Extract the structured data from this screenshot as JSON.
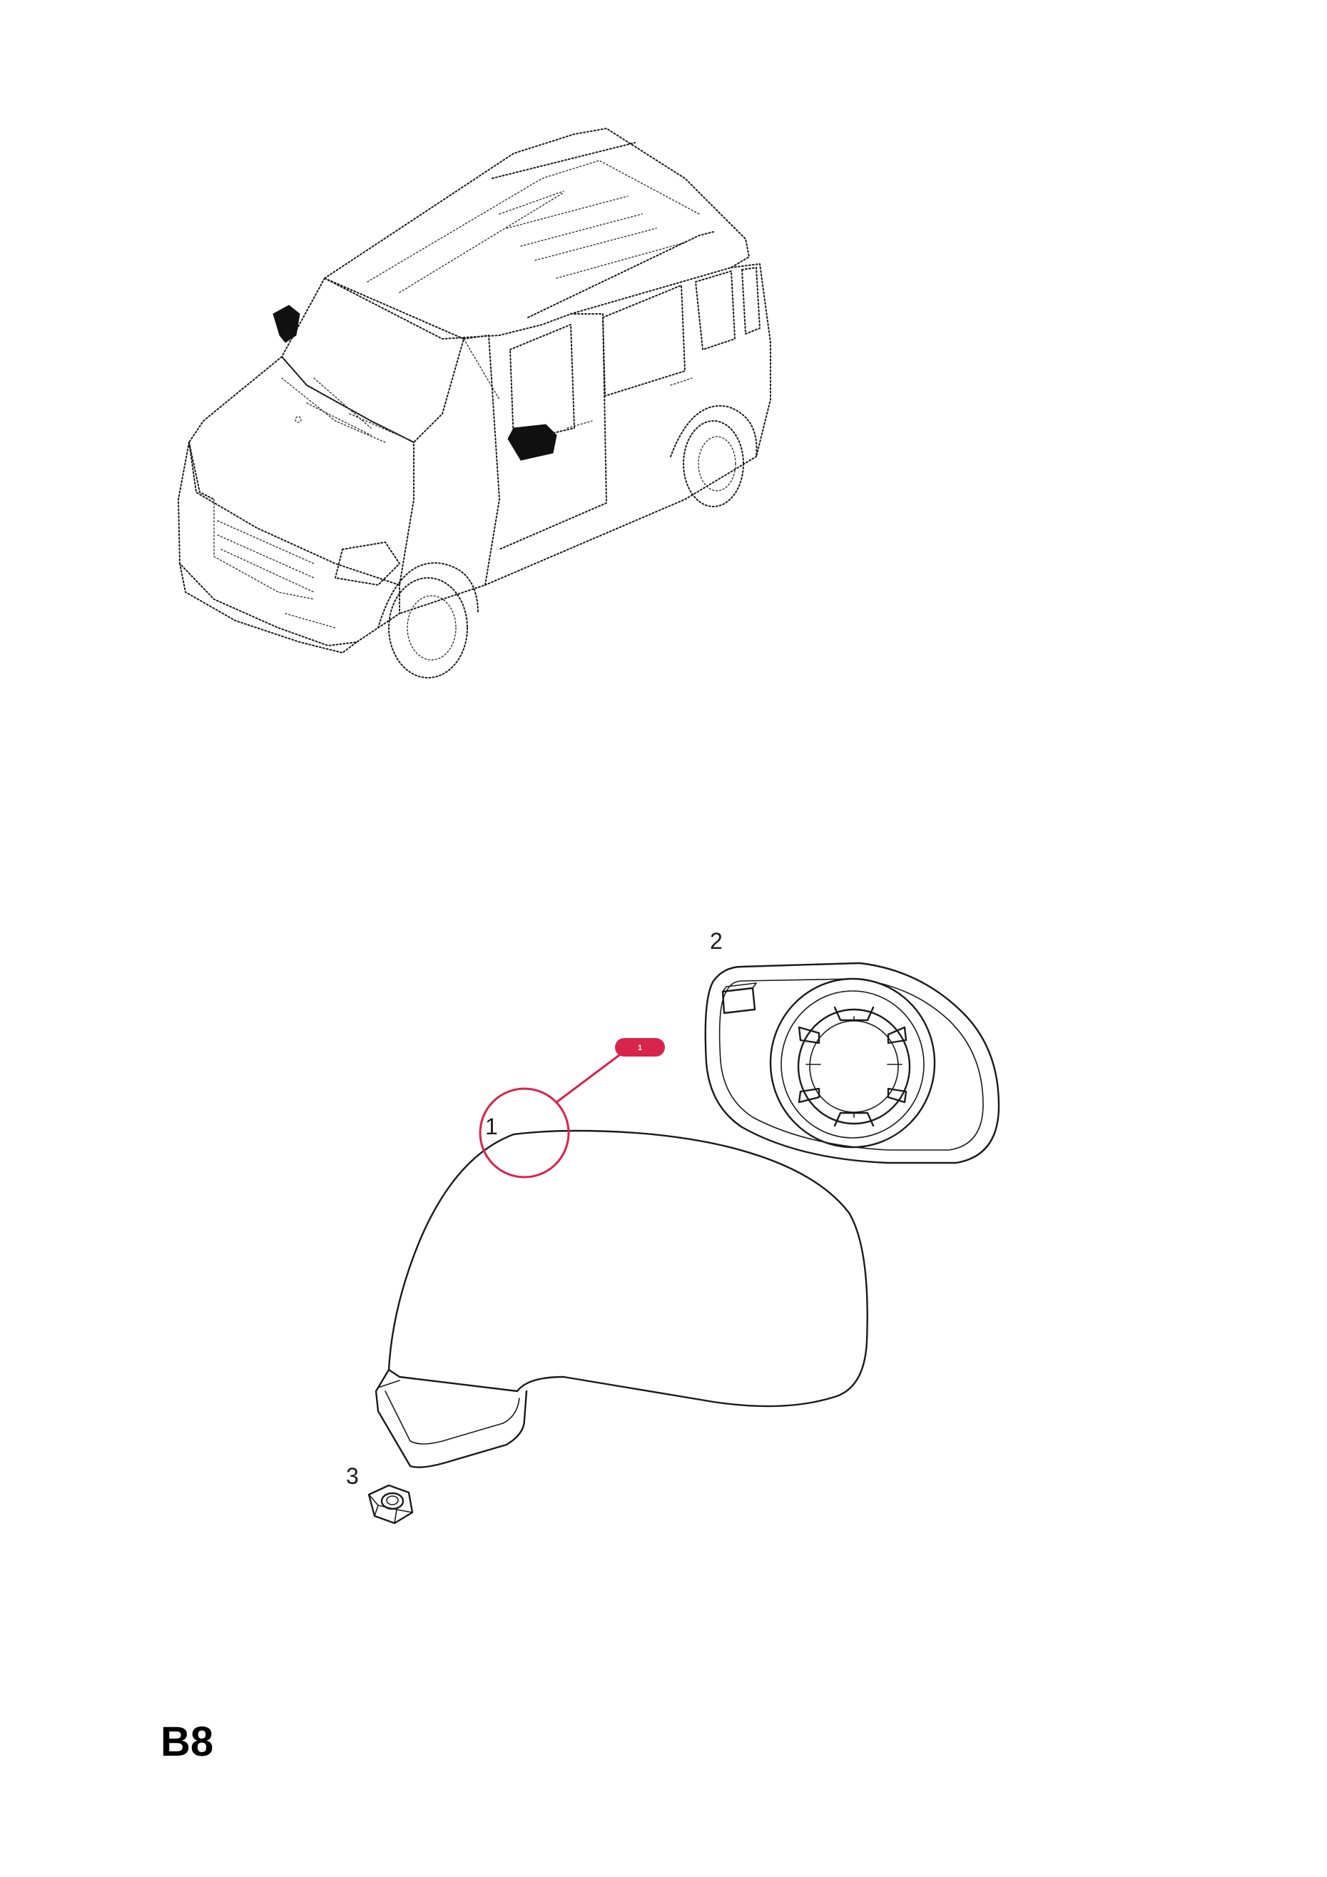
{
  "page": {
    "code": "B8"
  },
  "callouts": [
    {
      "id": "1",
      "label": "1"
    },
    {
      "id": "2",
      "label": "2"
    },
    {
      "id": "3",
      "label": "3"
    }
  ],
  "hotspot": {
    "badge_label": "1",
    "color": "#d8234a"
  },
  "colors": {
    "line": "#1a1a1a",
    "highlight": "#d8234a",
    "background": "#ffffff"
  }
}
